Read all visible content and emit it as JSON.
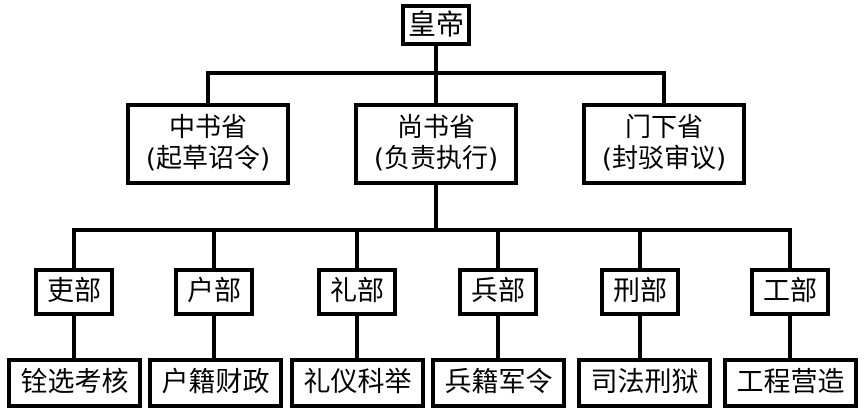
{
  "emperor": "皇帝",
  "sheng": [
    {
      "name": "中书省",
      "role": "(起草诏令)"
    },
    {
      "name": "尚书省",
      "role": "(负责执行)"
    },
    {
      "name": "门下省",
      "role": "(封驳审议)"
    }
  ],
  "bu": [
    {
      "name": "吏部",
      "duty": "铨选考核"
    },
    {
      "name": "户部",
      "duty": "户籍财政"
    },
    {
      "name": "礼部",
      "duty": "礼仪科举"
    },
    {
      "name": "兵部",
      "duty": "兵籍军令"
    },
    {
      "name": "刑部",
      "duty": "司法刑狱"
    },
    {
      "name": "工部",
      "duty": "工程营造"
    }
  ]
}
